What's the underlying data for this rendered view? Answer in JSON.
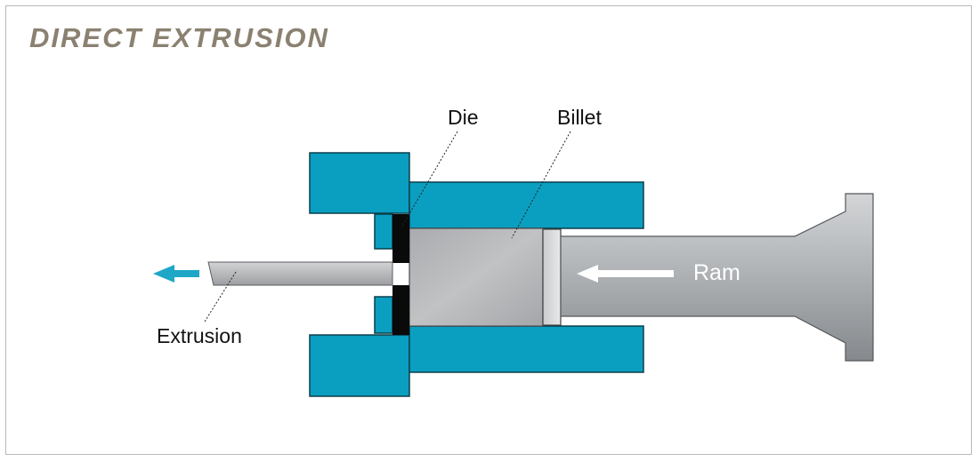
{
  "title": "DIRECT EXTRUSION",
  "labels": {
    "die": "Die",
    "billet": "Billet",
    "ram": "Ram",
    "extrusion": "Extrusion"
  },
  "colors": {
    "container": "#0a9fc0",
    "container_stroke": "#0b3f4a",
    "die": "#0a0a0a",
    "arrow": "#1ea7c6"
  }
}
